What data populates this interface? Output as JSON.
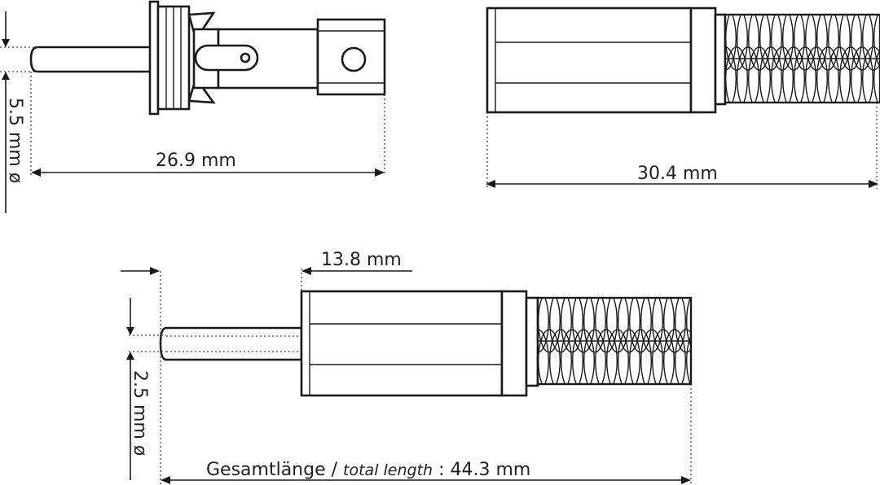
{
  "dimensions": {
    "pin_diameter_a": "5.5 mm ø",
    "length_a": "26.9 mm",
    "length_b": "30.4 mm",
    "body_length": "13.8 mm",
    "pin_diameter_b": "2.5 mm ø",
    "total_label_de": "Gesamtlänge /",
    "total_label_en": "total length",
    "total_value": ": 44.3 mm"
  }
}
